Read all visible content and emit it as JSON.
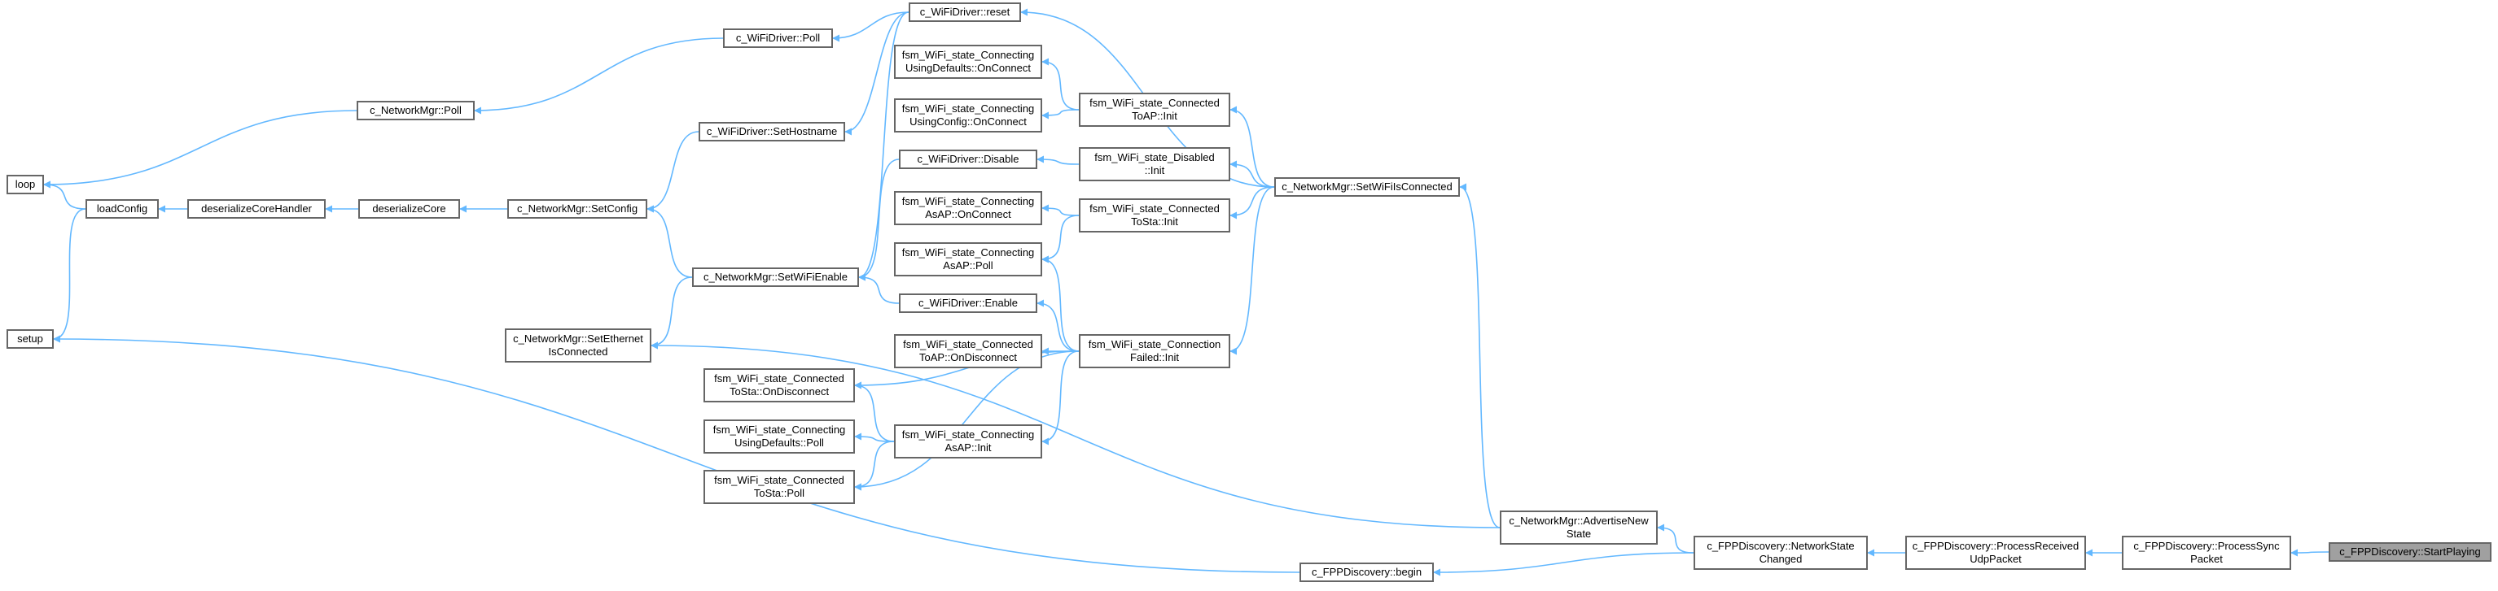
{
  "colors": {
    "edge": "#63b8ff",
    "border": "#666666",
    "current_fill": "#a0a0a0"
  },
  "nodes": [
    {
      "id": "startplaying",
      "lines": [
        "c_FPPDiscovery::StartPlaying"
      ],
      "current": true
    },
    {
      "id": "processsync",
      "lines": [
        "c_FPPDiscovery::ProcessSync",
        "Packet"
      ]
    },
    {
      "id": "processudp",
      "lines": [
        "c_FPPDiscovery::ProcessReceived",
        "UdpPacket"
      ]
    },
    {
      "id": "networkstate",
      "lines": [
        "c_FPPDiscovery::NetworkState",
        "Changed"
      ]
    },
    {
      "id": "advertise",
      "lines": [
        "c_NetworkMgr::AdvertiseNew",
        "State"
      ]
    },
    {
      "id": "fppbegin",
      "lines": [
        "c_FPPDiscovery::begin"
      ]
    },
    {
      "id": "setwifisconnected",
      "lines": [
        "c_NetworkMgr::SetWiFiIsConnected"
      ]
    },
    {
      "id": "reset",
      "lines": [
        "c_WiFiDriver::reset"
      ]
    },
    {
      "id": "connectedtoap_init",
      "lines": [
        "fsm_WiFi_state_Connected",
        "ToAP::Init"
      ]
    },
    {
      "id": "disabled_init",
      "lines": [
        "fsm_WiFi_state_Disabled",
        "::Init"
      ]
    },
    {
      "id": "connectedtosta_init",
      "lines": [
        "fsm_WiFi_state_Connected",
        "ToSta::Init"
      ]
    },
    {
      "id": "connfailed_init",
      "lines": [
        "fsm_WiFi_state_Connection",
        "Failed::Init"
      ]
    },
    {
      "id": "wifipoll",
      "lines": [
        "c_WiFiDriver::Poll"
      ]
    },
    {
      "id": "sethostname",
      "lines": [
        "c_WiFiDriver::SetHostname"
      ]
    },
    {
      "id": "usingdefaults_onconnect",
      "lines": [
        "fsm_WiFi_state_Connecting",
        "UsingDefaults::OnConnect"
      ]
    },
    {
      "id": "usingconfig_onconnect",
      "lines": [
        "fsm_WiFi_state_Connecting",
        "UsingConfig::OnConnect"
      ]
    },
    {
      "id": "disable",
      "lines": [
        "c_WiFiDriver::Disable"
      ]
    },
    {
      "id": "asap_onconnect",
      "lines": [
        "fsm_WiFi_state_Connecting",
        "AsAP::OnConnect"
      ]
    },
    {
      "id": "asap_poll",
      "lines": [
        "fsm_WiFi_state_Connecting",
        "AsAP::Poll"
      ]
    },
    {
      "id": "enable",
      "lines": [
        "c_WiFiDriver::Enable"
      ]
    },
    {
      "id": "connectedtoap_ondisconnect",
      "lines": [
        "fsm_WiFi_state_Connected",
        "ToAP::OnDisconnect"
      ]
    },
    {
      "id": "asap_init",
      "lines": [
        "fsm_WiFi_state_Connecting",
        "AsAP::Init"
      ]
    },
    {
      "id": "netpoll",
      "lines": [
        "c_NetworkMgr::Poll"
      ]
    },
    {
      "id": "setwifienable",
      "lines": [
        "c_NetworkMgr::SetWiFiEnable"
      ]
    },
    {
      "id": "setethernet",
      "lines": [
        "c_NetworkMgr::SetEthernet",
        "IsConnected"
      ]
    },
    {
      "id": "connectedtosta_ondisconnect",
      "lines": [
        "fsm_WiFi_state_Connected",
        "ToSta::OnDisconnect"
      ]
    },
    {
      "id": "usingdefaults_poll",
      "lines": [
        "fsm_WiFi_state_Connecting",
        "UsingDefaults::Poll"
      ]
    },
    {
      "id": "connectedtosta_poll",
      "lines": [
        "fsm_WiFi_state_Connected",
        "ToSta::Poll"
      ]
    },
    {
      "id": "setconfig",
      "lines": [
        "c_NetworkMgr::SetConfig"
      ]
    },
    {
      "id": "deserializecore",
      "lines": [
        "deserializeCore"
      ]
    },
    {
      "id": "deserializecorehandler",
      "lines": [
        "deserializeCoreHandler"
      ]
    },
    {
      "id": "loadconfig",
      "lines": [
        "loadConfig"
      ]
    },
    {
      "id": "loop",
      "lines": [
        "loop"
      ]
    },
    {
      "id": "setup",
      "lines": [
        "setup"
      ]
    }
  ],
  "edges": [
    [
      "processsync",
      "startplaying"
    ],
    [
      "processudp",
      "processsync"
    ],
    [
      "networkstate",
      "processudp"
    ],
    [
      "advertise",
      "networkstate"
    ],
    [
      "fppbegin",
      "networkstate"
    ],
    [
      "setwifisconnected",
      "advertise"
    ],
    [
      "setethernet",
      "advertise"
    ],
    [
      "setup",
      "fppbegin"
    ],
    [
      "reset",
      "setwifisconnected"
    ],
    [
      "connectedtoap_init",
      "setwifisconnected"
    ],
    [
      "disabled_init",
      "setwifisconnected"
    ],
    [
      "connectedtosta_init",
      "setwifisconnected"
    ],
    [
      "connfailed_init",
      "setwifisconnected"
    ],
    [
      "usingdefaults_onconnect",
      "connectedtoap_init"
    ],
    [
      "usingconfig_onconnect",
      "connectedtoap_init"
    ],
    [
      "disable",
      "disabled_init"
    ],
    [
      "asap_onconnect",
      "connectedtosta_init"
    ],
    [
      "asap_poll",
      "connectedtosta_init"
    ],
    [
      "asap_poll",
      "connfailed_init"
    ],
    [
      "enable",
      "connfailed_init"
    ],
    [
      "connectedtoap_ondisconnect",
      "connfailed_init"
    ],
    [
      "connectedtosta_ondisconnect",
      "connfailed_init"
    ],
    [
      "asap_init",
      "connfailed_init"
    ],
    [
      "connectedtosta_poll",
      "connfailed_init"
    ],
    [
      "usingdefaults_poll",
      "asap_init"
    ],
    [
      "connectedtosta_ondisconnect",
      "asap_init"
    ],
    [
      "connectedtosta_poll",
      "asap_init"
    ],
    [
      "wifipoll",
      "reset"
    ],
    [
      "sethostname",
      "reset"
    ],
    [
      "setwifienable",
      "reset"
    ],
    [
      "netpoll",
      "wifipoll"
    ],
    [
      "setconfig",
      "sethostname"
    ],
    [
      "setwifienable",
      "disable"
    ],
    [
      "setwifienable",
      "enable"
    ],
    [
      "setconfig",
      "setwifienable"
    ],
    [
      "setethernet",
      "setwifienable"
    ],
    [
      "deserializecore",
      "setconfig"
    ],
    [
      "deserializecorehandler",
      "deserializecore"
    ],
    [
      "loadconfig",
      "deserializecorehandler"
    ],
    [
      "loop",
      "netpoll"
    ],
    [
      "loop",
      "loadconfig"
    ],
    [
      "setup",
      "loadconfig"
    ]
  ]
}
